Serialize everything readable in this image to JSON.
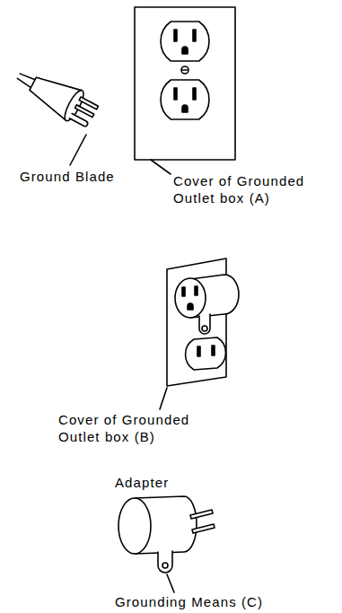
{
  "diagram": {
    "labels": [
      "Ground Blade",
      "Cover of Grounded Outlet box (A)",
      "Cover of Grounded Outlet box (B)",
      "Adapter",
      "Grounding Means (C)"
    ]
  }
}
